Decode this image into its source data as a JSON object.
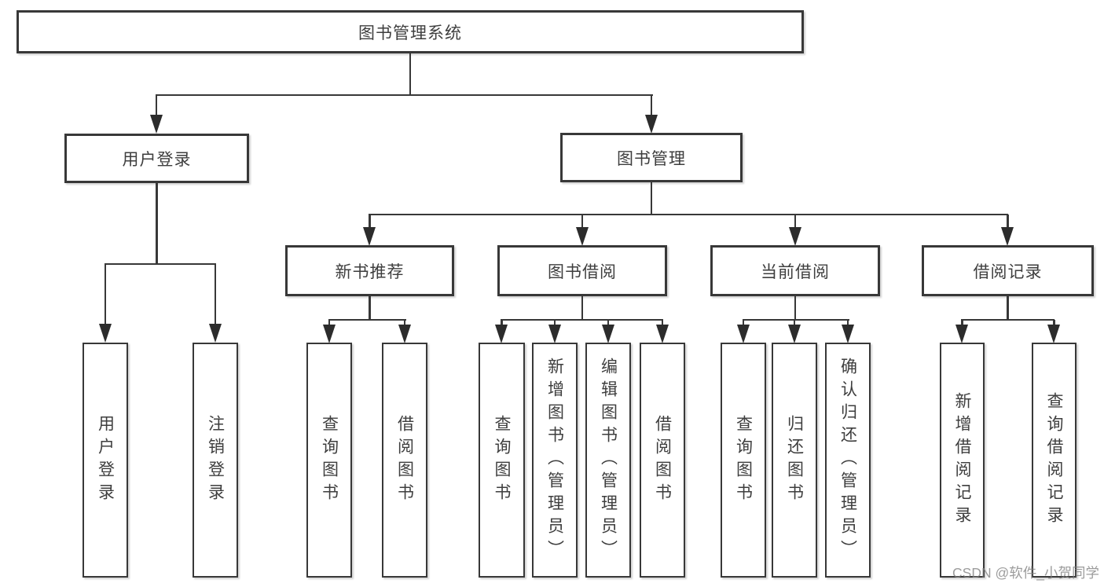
{
  "diagram": {
    "root": "图书管理系统",
    "user_branch": {
      "label": "用户登录",
      "children": [
        "用户登录",
        "注销登录"
      ]
    },
    "book_branch": {
      "label": "图书管理",
      "sections": [
        {
          "label": "新书推荐",
          "children": [
            "查询图书",
            "借阅图书"
          ]
        },
        {
          "label": "图书借阅",
          "children": [
            "查询图书",
            "新增图书（管理员）",
            "编辑图书（管理员）",
            "借阅图书"
          ]
        },
        {
          "label": "当前借阅",
          "children": [
            "查询图书",
            "归还图书",
            "确认归还（管理员）"
          ]
        },
        {
          "label": "借阅记录",
          "children": [
            "新增借阅记录",
            "查询借阅记录"
          ]
        }
      ]
    }
  },
  "watermark": "CSDN @软件_小贺同学"
}
